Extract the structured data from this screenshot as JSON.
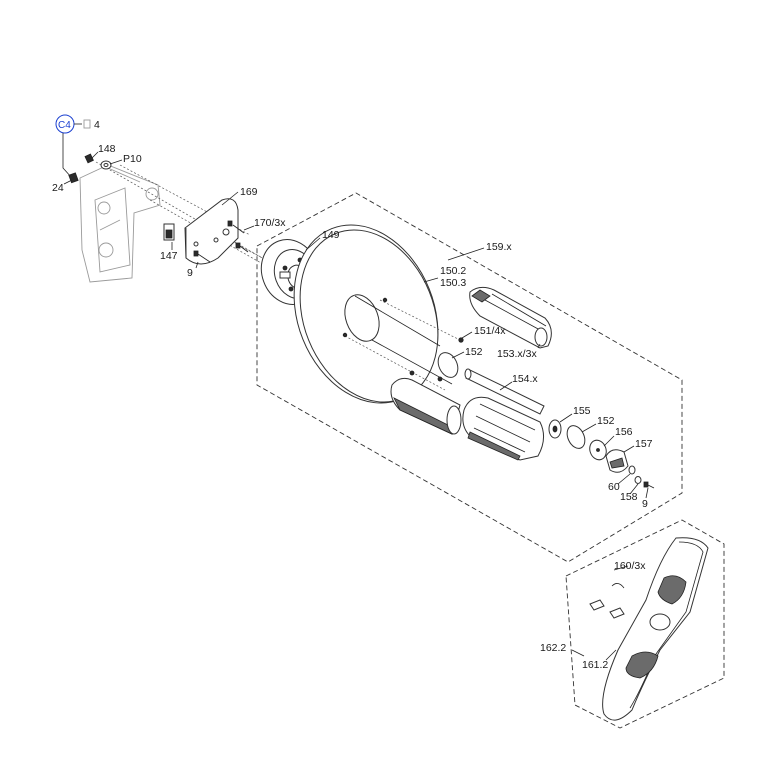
{
  "diagram": {
    "callout": {
      "code": "C4",
      "qty": "4"
    },
    "labels": {
      "l148": "148",
      "lP10": "P10",
      "l24": "24",
      "l169": "169",
      "l170": "170/3x",
      "l147": "147",
      "l9a": "9",
      "l149": "149",
      "l159": "159.x",
      "l150_2": "150.2",
      "l150_3": "150.3",
      "l151": "151/4x",
      "l152a": "152",
      "l153": "153.x/3x",
      "l154": "154.x",
      "l155": "155",
      "l152b": "152",
      "l156": "156",
      "l157": "157",
      "l60": "60",
      "l158": "158",
      "l9b": "9",
      "l160": "160/3x",
      "l162": "162.2",
      "l161": "161.2"
    }
  }
}
